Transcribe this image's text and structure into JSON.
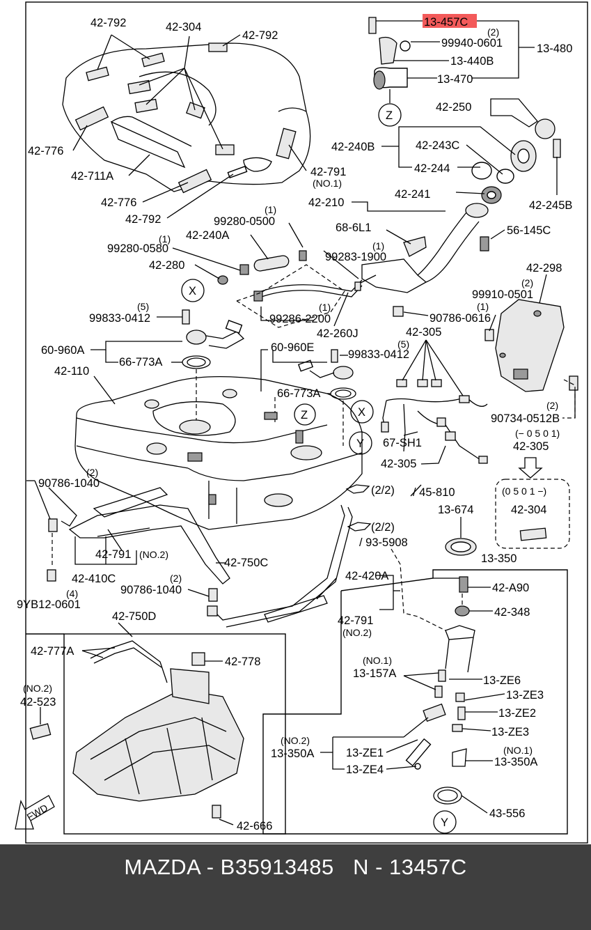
{
  "caption": "MAZDA - B35913485   N - 13457C",
  "highlight_color": "#f35a5a",
  "labels": [
    {
      "id": "13-457C",
      "text": "13-457C"
    },
    {
      "id": "qty2-a",
      "text": "(2)"
    },
    {
      "id": "99940-0601",
      "text": "99940-0601"
    },
    {
      "id": "13-480",
      "text": "13-480"
    },
    {
      "id": "13-440B",
      "text": "13-440B"
    },
    {
      "id": "13-470",
      "text": "13-470"
    },
    {
      "id": "z-top",
      "text": "Z"
    },
    {
      "id": "42-250",
      "text": "42-250"
    },
    {
      "id": "42-240B",
      "text": "42-240B"
    },
    {
      "id": "42-243C",
      "text": "42-243C"
    },
    {
      "id": "42-244",
      "text": "42-244"
    },
    {
      "id": "42-245B",
      "text": "42-245B"
    },
    {
      "id": "42-241",
      "text": "42-241"
    },
    {
      "id": "42-210",
      "text": "42-210"
    },
    {
      "id": "68-6L1",
      "text": "68-6L1"
    },
    {
      "id": "56-145C",
      "text": "56-145C"
    },
    {
      "id": "42-792-a",
      "text": "42-792"
    },
    {
      "id": "42-304",
      "text": "42-304"
    },
    {
      "id": "42-792-b",
      "text": "42-792"
    },
    {
      "id": "42-776-a",
      "text": "42-776"
    },
    {
      "id": "42-711A",
      "text": "42-711A"
    },
    {
      "id": "42-776-b",
      "text": "42-776"
    },
    {
      "id": "42-792-c",
      "text": "42-792"
    },
    {
      "id": "42-791-a",
      "text": "42-791"
    },
    {
      "id": "no1-a",
      "text": "(NO.1)"
    },
    {
      "id": "qty1-a",
      "text": "(1)"
    },
    {
      "id": "99280-0500",
      "text": "99280-0500"
    },
    {
      "id": "42-240A",
      "text": "42-240A"
    },
    {
      "id": "qty1-b",
      "text": "(1)"
    },
    {
      "id": "99280-0580",
      "text": "99280-0580"
    },
    {
      "id": "42-280",
      "text": "42-280"
    },
    {
      "id": "x-left",
      "text": "X"
    },
    {
      "id": "qty1-c",
      "text": "(1)"
    },
    {
      "id": "99283-1900",
      "text": "99283-1900"
    },
    {
      "id": "qty1-d",
      "text": "(1)"
    },
    {
      "id": "99286-2200",
      "text": "99286-2200"
    },
    {
      "id": "42-260J",
      "text": "42-260J"
    },
    {
      "id": "qty5-a",
      "text": "(5)"
    },
    {
      "id": "99833-0412-a",
      "text": "99833-0412"
    },
    {
      "id": "60-960A",
      "text": "60-960A"
    },
    {
      "id": "66-773A-a",
      "text": "66-773A"
    },
    {
      "id": "42-110",
      "text": "42-110"
    },
    {
      "id": "60-960E",
      "text": "60-960E"
    },
    {
      "id": "99833-0412-b",
      "text": "99833-0412"
    },
    {
      "id": "qty5-b",
      "text": "(5)"
    },
    {
      "id": "66-773A-b",
      "text": "66-773A"
    },
    {
      "id": "z-mid",
      "text": "Z"
    },
    {
      "id": "x-mid",
      "text": "X"
    },
    {
      "id": "y-mid",
      "text": "Y"
    },
    {
      "id": "42-305-a",
      "text": "42-305"
    },
    {
      "id": "42-298",
      "text": "42-298"
    },
    {
      "id": "qty2-b",
      "text": "(2)"
    },
    {
      "id": "99910-0501",
      "text": "99910-0501"
    },
    {
      "id": "qty1-e",
      "text": "(1)"
    },
    {
      "id": "90786-0616",
      "text": "90786-0616"
    },
    {
      "id": "qty2-c",
      "text": "(2)"
    },
    {
      "id": "90734-0512B",
      "text": "90734-0512B"
    },
    {
      "id": "67-SH1",
      "text": "67-SH1"
    },
    {
      "id": "range-a",
      "text": "(− 0 5 0 1)"
    },
    {
      "id": "42-305-b",
      "text": "42-305"
    },
    {
      "id": "42-305-c",
      "text": "42-305"
    },
    {
      "id": "qty2-d",
      "text": "(2)"
    },
    {
      "id": "90786-1040-a",
      "text": "90786-1040"
    },
    {
      "id": "ref-2-2-a",
      "text": "(2/2)"
    },
    {
      "id": "45-810",
      "text": "/ 45-810"
    },
    {
      "id": "ref-2-2-b",
      "text": "(2/2)"
    },
    {
      "id": "93-5908",
      "text": "/ 93-5908"
    },
    {
      "id": "13-674",
      "text": "13-674"
    },
    {
      "id": "range-b",
      "text": "(0 5 0 1 −)"
    },
    {
      "id": "42-304-b",
      "text": "42-304"
    },
    {
      "id": "42-791-b",
      "text": "42-791"
    },
    {
      "id": "no2-a",
      "text": "(NO.2)"
    },
    {
      "id": "42-750C",
      "text": "42-750C"
    },
    {
      "id": "42-410C",
      "text": "42-410C"
    },
    {
      "id": "qty4",
      "text": "(4)"
    },
    {
      "id": "9YB12-0601",
      "text": "9YB12-0601"
    },
    {
      "id": "qty2-e",
      "text": "(2)"
    },
    {
      "id": "90786-1040-b",
      "text": "90786-1040"
    },
    {
      "id": "42-420A",
      "text": "42-420A"
    },
    {
      "id": "42-791-c",
      "text": "42-791"
    },
    {
      "id": "no2-b",
      "text": "(NO.2)"
    },
    {
      "id": "13-350",
      "text": "13-350"
    },
    {
      "id": "42-A90",
      "text": "42-A90"
    },
    {
      "id": "42-348",
      "text": "42-348"
    },
    {
      "id": "42-750D",
      "text": "42-750D"
    },
    {
      "id": "42-777A",
      "text": "42-777A"
    },
    {
      "id": "42-778",
      "text": "42-778"
    },
    {
      "id": "no2-c",
      "text": "(NO.2)"
    },
    {
      "id": "42-523",
      "text": "42-523"
    },
    {
      "id": "no1-b",
      "text": "(NO.1)"
    },
    {
      "id": "13-157A",
      "text": "13-157A"
    },
    {
      "id": "13-ZE6",
      "text": "13-ZE6"
    },
    {
      "id": "13-ZE3-a",
      "text": "13-ZE3"
    },
    {
      "id": "13-ZE2",
      "text": "13-ZE2"
    },
    {
      "id": "13-ZE3-b",
      "text": "13-ZE3"
    },
    {
      "id": "no2-d",
      "text": "(NO.2)"
    },
    {
      "id": "13-350A-a",
      "text": "13-350A"
    },
    {
      "id": "13-ZE1",
      "text": "13-ZE1"
    },
    {
      "id": "13-ZE4",
      "text": "13-ZE4"
    },
    {
      "id": "no1-c",
      "text": "(NO.1)"
    },
    {
      "id": "13-350A-b",
      "text": "13-350A"
    },
    {
      "id": "fwd",
      "text": "FWD"
    },
    {
      "id": "42-666",
      "text": "42-666"
    },
    {
      "id": "y-bottom",
      "text": "Y"
    },
    {
      "id": "43-556",
      "text": "43-556"
    }
  ]
}
